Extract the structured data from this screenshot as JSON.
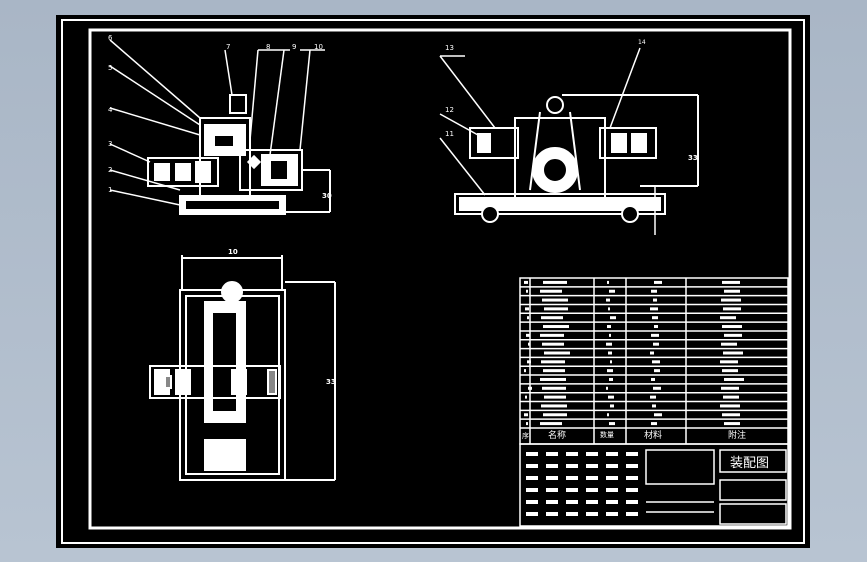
{
  "drawing": {
    "title": "装配图",
    "part_numbers": [
      "1",
      "2",
      "3",
      "4",
      "5",
      "6",
      "7",
      "8",
      "9",
      "10",
      "11",
      "12",
      "13",
      "14"
    ],
    "dimensions": {
      "top_width": "10",
      "side_height": "33",
      "left_height": "30",
      "plan_height": "33"
    }
  },
  "parts_list": {
    "header": {
      "no": "序",
      "name": "名称",
      "qty": "数量",
      "material": "材料",
      "remark": "附注"
    },
    "row_count": 17
  },
  "title_block": {
    "name": "装配图"
  },
  "colors": {
    "background": "#000000",
    "line": "#ffffff",
    "chrome": "#b0bccb"
  }
}
